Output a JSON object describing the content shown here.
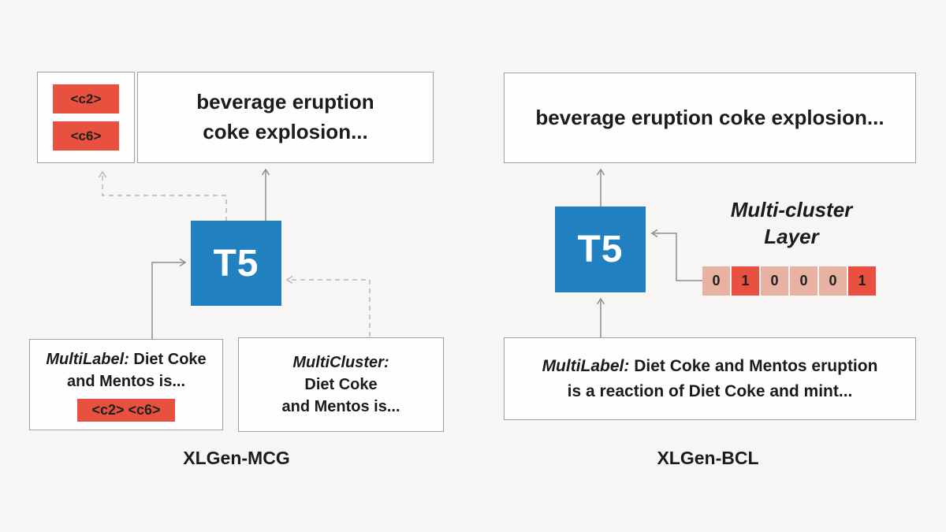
{
  "colors": {
    "background": "#f7f6f4",
    "t5_blue": "#2181c0",
    "tag_red": "#e8503f",
    "vector_light": "#e7b2a2",
    "box_border": "#9aa3a2",
    "arrow_solid": "#879090",
    "arrow_dashed": "#b2b8b8"
  },
  "left": {
    "caption": "XLGen-MCG",
    "tags": [
      "<c2>",
      "<c6>"
    ],
    "output_box": {
      "line1": "beverage eruption",
      "line2": "coke explosion..."
    },
    "t5": "T5",
    "multilabel_box": {
      "prefix": "MultiLabel:",
      "line1_rest": "Diet Coke",
      "line2": "and Mentos is...",
      "tag": "<c2> <c6>"
    },
    "multicluster_box": {
      "prefix": "MultiCluster:",
      "line2": "Diet Coke",
      "line3": "and Mentos is..."
    }
  },
  "right": {
    "caption": "XLGen-BCL",
    "output_box": {
      "text": "beverage eruption coke explosion..."
    },
    "t5": "T5",
    "layer_label": {
      "line1": "Multi-cluster",
      "line2": "Layer"
    },
    "vector": [
      "0",
      "1",
      "0",
      "0",
      "0",
      "1"
    ],
    "multilabel_box": {
      "prefix": "MultiLabel:",
      "line1_rest": "Diet Coke and Mentos eruption",
      "line2": "is a reaction of Diet Coke and mint..."
    }
  }
}
